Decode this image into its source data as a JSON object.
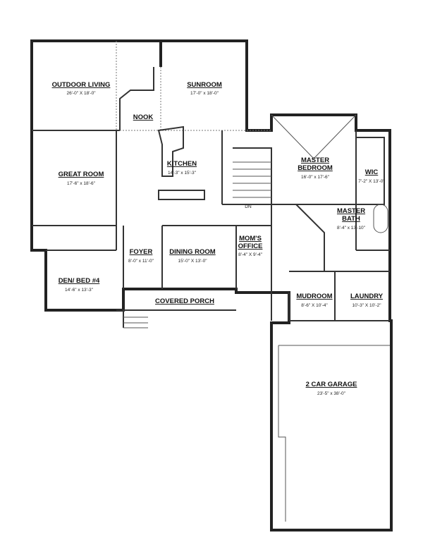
{
  "rooms": {
    "outdoor_living": {
      "name": "OUTDOOR LIVING",
      "dims": "26'-0\" X 18'-0\""
    },
    "sunroom": {
      "name": "SUNROOM",
      "dims": "17'-0\" x 18'-0\""
    },
    "nook": {
      "name": "NOOK"
    },
    "great_room": {
      "name": "GREAT ROOM",
      "dims": "17'-6\" x 18'-6\""
    },
    "kitchen": {
      "name": "KITCHEN",
      "dims": "14'-3\" x 15'-3\""
    },
    "master_bedroom": {
      "name1": "MASTER",
      "name2": "BEDROOM",
      "dims": "16'-0\" x 17'-6\""
    },
    "wic": {
      "name": "WIC",
      "dims": "7'-2\" X 13'-0\""
    },
    "master_bath": {
      "name1": "MASTER",
      "name2": "BATH",
      "dims": "8'-4\" x 13'-10\""
    },
    "moms_office": {
      "name1": "MOM'S",
      "name2": "OFFICE",
      "dims": "8'-4\" X 9'-4\""
    },
    "foyer": {
      "name": "FOYER",
      "dims": "8'-0\" x 11'-0\""
    },
    "dining_room": {
      "name": "DINING ROOM",
      "dims": "15'-0\" X 13'-0\""
    },
    "den": {
      "name": "DEN/ BED #4",
      "dims": "14'-6\" x 13'-3\""
    },
    "covered_porch": {
      "name": "COVERED PORCH"
    },
    "mudroom": {
      "name": "MUDROOM",
      "dims": "8'-6\" X 10'-4\""
    },
    "laundry": {
      "name": "LAUNDRY",
      "dims": "10'-3\" X 10'-2\""
    },
    "garage": {
      "name": "2 CAR GARAGE",
      "dims": "23'-5\" x 38'-0\""
    }
  },
  "stair_label": "DN"
}
